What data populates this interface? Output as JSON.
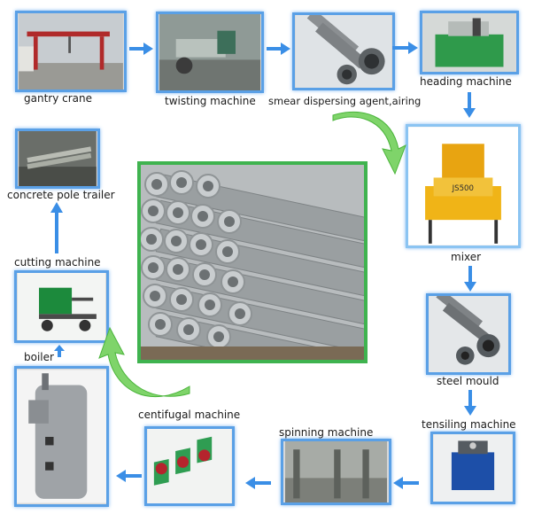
{
  "steps": {
    "gantry_crane": "gantry crane",
    "twisting_machine": "twisting machine",
    "smear": "smear dispersing agent,airing",
    "heading_machine": "heading machine",
    "mixer": "mixer",
    "steel_mould": "steel mould",
    "tensiling_machine": "tensiling machine",
    "spinning_machine": "spinning machine",
    "centifugal_machine": "centifugal machine",
    "boiler": "boiler",
    "cutting_machine": "cutting machine",
    "concrete_pole_trailer": "concrete pole trailer"
  },
  "product_labels": {
    "mixer_plate": "JS500"
  },
  "colors": {
    "arrow_blue": "#3a8ee6",
    "curve_green": "#5cc94a",
    "photo_border": "#5aa0e6",
    "center_border": "#3fb34f"
  }
}
